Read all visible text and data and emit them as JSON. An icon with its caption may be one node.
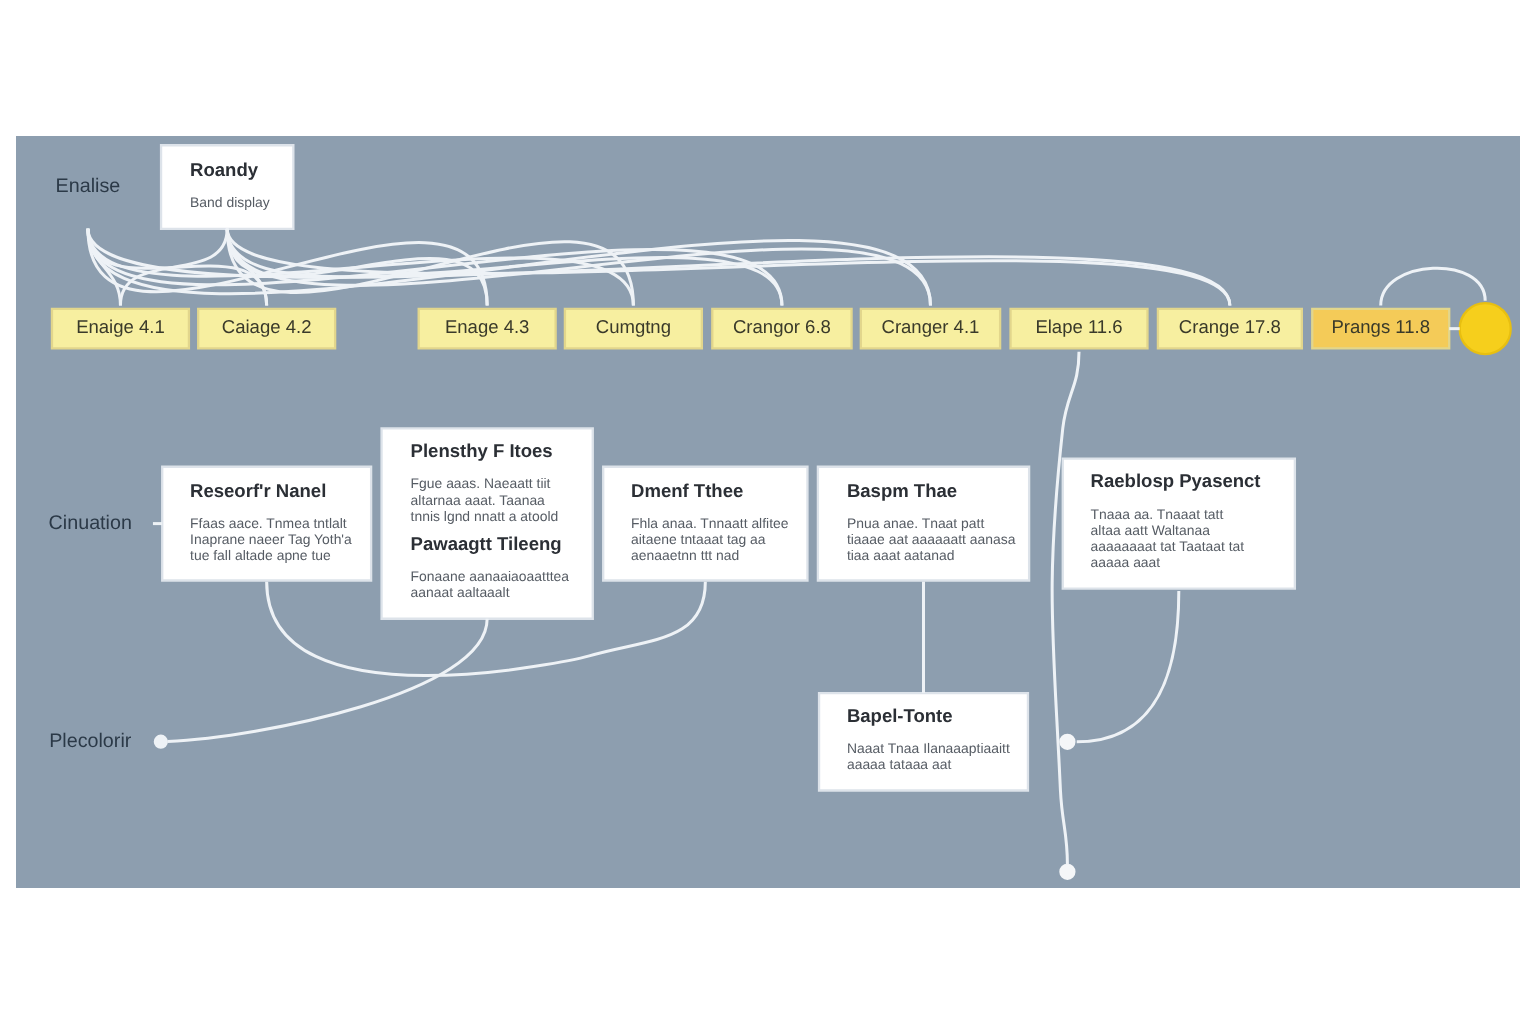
{
  "diagram": {
    "nodes": [
      {
        "text": [
          "Enalise"
        ]
      },
      {
        "text": [
          "Roandy",
          "Band display"
        ]
      },
      {
        "text": [
          "Enaige 4.1"
        ]
      },
      {
        "text": [
          "Caiage 4.2"
        ]
      },
      {
        "text": [
          "Enage 4.3"
        ]
      },
      {
        "text": [
          "Cumgtng"
        ]
      },
      {
        "text": [
          "Crangor 6.8"
        ]
      },
      {
        "text": [
          "Cranger 4.1"
        ]
      },
      {
        "text": [
          "Elape 11.6"
        ]
      },
      {
        "text": [
          "Crange 17.8"
        ]
      },
      {
        "text": [
          "Prangs 11.8"
        ]
      },
      {
        "text": [],
        "shape": "circle"
      },
      {
        "text": [
          "Cinuation"
        ]
      },
      {
        "text": [
          "Plecolorir"
        ]
      },
      {
        "text": [
          "Reseorf'r Nanel",
          "Ffaas aace. Tnmea tntlalt Inaprane naeer Tag Yoth'a tue fall altade apne tue"
        ]
      },
      {
        "text": [
          "Plensthy F Itoes",
          "Fgue aaas. Naeaatt tiit altarnaa aaat. Taanaa tnnis lgnd nnatt a atoold",
          "Pawaagtt Tileeng",
          "Fonaane aanaaiaoaatttea aanaat aaltaaalt"
        ]
      },
      {
        "text": [
          "Dmenf Tthee",
          "Fhla anaa. Tnnaatt alfitee aitaene tntaaat tag aa aenaaetnn ttt nad"
        ]
      },
      {
        "text": [
          "Baspm Thae",
          "Pnua anae. Tnaat patt tiaaae aat aaaaaatt aanasa tiaa aaat aatanad"
        ]
      },
      {
        "text": [
          "Bapel-Tonte",
          "Naaat Tnaa Ilanaaaptiaaitt aaaaa tataaa aat"
        ]
      },
      {
        "text": [
          "Raeblosp Pyasenct",
          "Tnaaa aa. Tnaaat tatt altaa aatt Waltanaa aaaaaaaat tat Taataat tat aaaaa aaat"
        ]
      },
      {
        "text": [],
        "shape": "circle"
      },
      {
        "text": [],
        "shape": "circle"
      }
    ],
    "edges": [
      {
        "from": 0,
        "to": 2,
        "arrow": "none"
      },
      {
        "from": 0,
        "to": 3,
        "arrow": "none"
      },
      {
        "from": 0,
        "to": 4,
        "arrow": "none"
      },
      {
        "from": 0,
        "to": 5,
        "arrow": "none"
      },
      {
        "from": 0,
        "to": 6,
        "arrow": "none"
      },
      {
        "from": 0,
        "to": 7,
        "arrow": "none"
      },
      {
        "from": 0,
        "to": 9,
        "arrow": "none"
      },
      {
        "from": 1,
        "to": 2,
        "arrow": "none"
      },
      {
        "from": 1,
        "to": 3,
        "arrow": "none"
      },
      {
        "from": 1,
        "to": 4,
        "arrow": "none"
      },
      {
        "from": 1,
        "to": 5,
        "arrow": "none"
      },
      {
        "from": 1,
        "to": 6,
        "arrow": "none"
      },
      {
        "from": 1,
        "to": 7,
        "arrow": "none"
      },
      {
        "from": 1,
        "to": 9,
        "arrow": "none"
      },
      {
        "from": 10,
        "to": 11,
        "arrow": "none"
      },
      {
        "from": 10,
        "to": 11,
        "arrow": "none"
      },
      {
        "from": 12,
        "to": 14,
        "arrow": "none"
      },
      {
        "from": 13,
        "to": 15,
        "arrow": "other"
      },
      {
        "from": 14,
        "to": 16,
        "arrow": "none"
      },
      {
        "from": 17,
        "to": 18,
        "arrow": "none"
      },
      {
        "from": 8,
        "to": 21,
        "arrow": "none"
      },
      {
        "from": 20,
        "to": 19,
        "arrow": "none"
      }
    ]
  }
}
